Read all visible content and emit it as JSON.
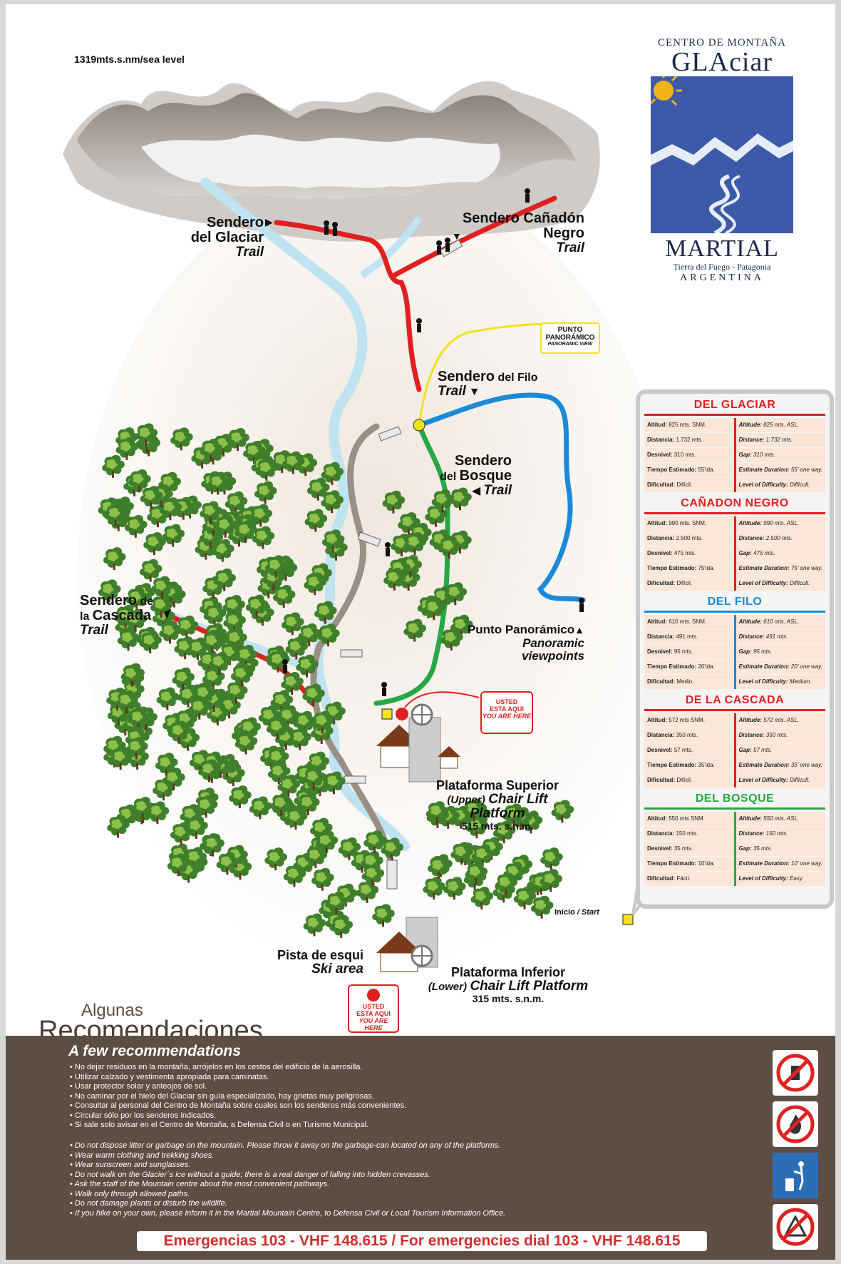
{
  "elevation_label": "1319mts.s.nm/sea level",
  "logo": {
    "top": "CENTRO DE MONTAÑA",
    "glaciar": "GLAciar",
    "martial": "MARTIAL",
    "region": "Tierra del Fuego - Patagonia",
    "country": "ARGENTINA",
    "colors": {
      "sky": "#3d5aa8",
      "snow": "#e6ecf8",
      "sun": "#f1b21a"
    }
  },
  "labels": {
    "glaciar_1": "Sendero",
    "glaciar_2": "del Glaciar",
    "glaciar_3": "Trail",
    "canadon_1": "Sendero Cañadón Negro",
    "canadon_2": "Trail",
    "panoramico_1": "PUNTO",
    "panoramico_2": "PANORÁMICO",
    "panoramico_3": "PANORAMIC VIEW",
    "filo_1": "Sendero",
    "filo_of": "del Filo",
    "filo_2": "Trail",
    "bosque_1": "Sendero",
    "bosque_of": "del",
    "bosque_2": "Bosque",
    "bosque_3": "Trail",
    "cascada_1": "Sendero",
    "cascada_of": "de",
    "cascada_2": "la",
    "cascada_3": "Cascada",
    "cascada_4": "Trail",
    "viewpoint_1": "Punto Panorámico",
    "viewpoint_2": "Panoramic viewpoints",
    "upper_1": "Plataforma Superior",
    "upper_2a": "(Upper)",
    "upper_2b": "Chair Lift Platform",
    "upper_3": "515 mts. s.n.m.",
    "lower_1": "Plataforma Inferior",
    "lower_2a": "(Lower)",
    "lower_2b": "Chair Lift Platform",
    "lower_3": "315 mts. s.n.m.",
    "ski_1": "Pista de esqui",
    "ski_2": "Ski area",
    "start_a": "Inicio",
    "start_b": "/ Start",
    "you_1": "USTED",
    "you_2": "ESTA AQUI",
    "you_3": "YOU ARE HERE"
  },
  "trails": [
    {
      "title": "DEL GLACIAR",
      "color": "#e02020",
      "rows": [
        [
          "Altitud:",
          "825 mts. SNM.",
          "Altitude:",
          "825 mts. ASL."
        ],
        [
          "Distancia:",
          "1.732 mts.",
          "Distance:",
          "1.732 mts."
        ],
        [
          "Desnivel:",
          "310 mts.",
          "Gap:",
          "310 mts."
        ],
        [
          "Tiempo Estimado:",
          "55'ida.",
          "Estimate Duration:",
          "55' one way."
        ],
        [
          "Dificultad:",
          "Difícil.",
          "Level of Difficulty:",
          "Difficult."
        ]
      ]
    },
    {
      "title": "CAÑADON NEGRO",
      "color": "#e02020",
      "rows": [
        [
          "Altitud:",
          "990 mts. SNM.",
          "Altitude:",
          "990 mts. ASL."
        ],
        [
          "Distancia:",
          "2.500 mts.",
          "Distance:",
          "2.500 mts."
        ],
        [
          "Desnivel:",
          "475 mts.",
          "Gap:",
          "475 mts."
        ],
        [
          "Tiempo Estimado:",
          "75'ida.",
          "Estimate Duration:",
          "75' one way."
        ],
        [
          "Dificultad:",
          "Difícil.",
          "Level of Difficulty:",
          "Difficult."
        ]
      ]
    },
    {
      "title": "DEL FILO",
      "color": "#1a8ad8",
      "rows": [
        [
          "Altitud:",
          "610 mts. SNM.",
          "Altitude:",
          "610 mts. ASL."
        ],
        [
          "Distancia:",
          "491 mts.",
          "Distance:",
          "491 mts."
        ],
        [
          "Desnivel:",
          "95 mts.",
          "Gap:",
          "95 mts."
        ],
        [
          "Tiempo Estimado:",
          "20'ida.",
          "Estimate Duration:",
          "20' one way."
        ],
        [
          "Dificultad:",
          "Medio.",
          "Level of Difficulty:",
          "Medium."
        ]
      ]
    },
    {
      "title": "DE LA CASCADA",
      "color": "#e02020",
      "rows": [
        [
          "Altitud:",
          "572 mts SNM.",
          "Altitude:",
          "572 mts. ASL."
        ],
        [
          "Distancia:",
          "350 mts.",
          "Distance:",
          "350 mts."
        ],
        [
          "Desnivel:",
          "57 mts.",
          "Gap:",
          "57 mts."
        ],
        [
          "Tiempo Estimado:",
          "35'ida.",
          "Estimate Duration:",
          "35' one way."
        ],
        [
          "Dificultad:",
          "Difícil.",
          "Level of Difficulty:",
          "Difficult."
        ]
      ]
    },
    {
      "title": "DEL BOSQUE",
      "color": "#28a745",
      "rows": [
        [
          "Altitud:",
          "550 mts SNM.",
          "Altitude:",
          "550 mts. ASL."
        ],
        [
          "Distancia:",
          "150 mts.",
          "Distance:",
          "150 mts."
        ],
        [
          "Desnivel:",
          "35 mts.",
          "Gap:",
          "35 mts."
        ],
        [
          "Tiempo Estimado:",
          "10'ida.",
          "Estimate Duration:",
          "10' one way."
        ],
        [
          "Dificultad:",
          "Fácil.",
          "Level of Difficulty:",
          "Easy."
        ]
      ]
    }
  ],
  "recommendations": {
    "head_1": "Algunas",
    "head_2": "Recomendaciones",
    "head_3": "A few recommendations",
    "es": [
      "• No dejar residuos en la montaña, arrójelos en los cestos del edificio de la aerosilla.",
      "• Utilizar calzado y vestimenta apropiada para caminatas.",
      "• Usar protector solar y anteojos de sol.",
      "• No caminar por el hielo del Glaciar sin guía especializado, hay grietas muy peligrosas.",
      "• Consultar al personal del Centro de Montaña sobre cuales son los senderos más convenientes.",
      "• Circular sólo por los senderos indicados.",
      "• Si sale solo avisar en el Centro de Montaña, a Defensa Civil o en Turismo Municipal."
    ],
    "en": [
      "• Do not dispose litter or garbage on the mountain. Please throw it away on the garbage-can located on any of the platforms.",
      "• Wear warm clothing and trekking shoes.",
      "• Wear sunscreen and sunglasses.",
      "• Do not walk on the Glacier´s ice without a guide; there is a real danger of falling into hidden crevasses.",
      "• Ask the staff of the Mountain centre about the most convenient pathways.",
      "• Walk only through allowed paths.",
      "• Do not damage plants or disturb the wildlife.",
      "• If  you hike on your own, please inform it in the Martial Mountain Centre, to Defensa Civil or Local Tourism Information Office."
    ],
    "emergency": "Emergencias 103 - VHF 148.615 / For emergencies dial 103 - VHF 148.615",
    "icons": [
      "no-spray-icon",
      "no-fire-icon",
      "trash-bin-icon",
      "no-ice-walking-icon"
    ]
  },
  "colors": {
    "red_trail": "#e02020",
    "blue_trail": "#1a8ad8",
    "green_trail": "#28a745",
    "yellow_trail": "#f2e21a",
    "road": "#9b8e84",
    "river": "#bfe3f1",
    "brown_band": "#5e4d43"
  }
}
